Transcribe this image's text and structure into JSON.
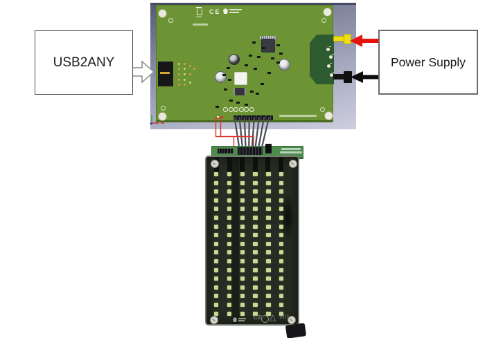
{
  "labels": {
    "usb2any": "USB2ANY",
    "power_supply": "Power Supply"
  },
  "main_board": {
    "ce_mark": "CE"
  },
  "led_board": {
    "ce_mark": "CE",
    "grid": {
      "columns": 6,
      "rows": 17
    },
    "connector_wires": 8
  },
  "icons": {
    "warning_triangle": "△"
  },
  "colors": {
    "pcb_green": "#6c9435",
    "connector_green": "#2e5a2f",
    "backdrop_top": "#565b76",
    "backdrop_bottom": "#cdcfdf",
    "power_positive": "#e8130c",
    "power_negative": "#0d0d0d",
    "plug_yellow": "#f0df12",
    "led_color": "#cdd794",
    "panel_dark": "#262c22",
    "led_strip_green": "#4e8c4e",
    "wire_dark": "#4e505a",
    "wire_red": "#e03328"
  }
}
